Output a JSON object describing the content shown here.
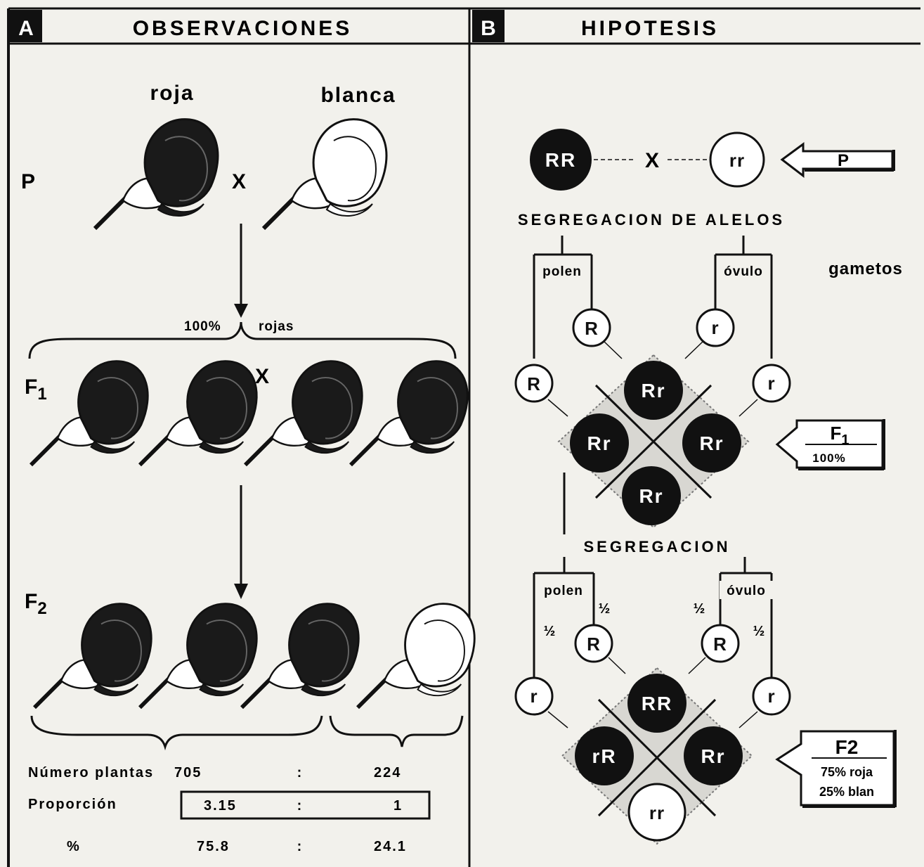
{
  "panel_a": {
    "letter": "A",
    "title": "OBSERVACIONES",
    "flower_red": "roja",
    "flower_white": "blanca",
    "gen_p": "P",
    "cross": "X",
    "pct_100": "100%",
    "rojas": "rojas",
    "gen_f1": "F",
    "gen_f1_sub": "1",
    "gen_f2": "F",
    "gen_f2_sub": "2",
    "row1_label": "Número plantas",
    "row1_left": "705",
    "row1_right": "224",
    "row2_label": "Proporción",
    "row2_left": "3.15",
    "row2_right": "1",
    "row3_label": "%",
    "row3_left": "75.8",
    "row3_right": "24.1",
    "colon": ":"
  },
  "panel_b": {
    "letter": "B",
    "title": "HIPOTESIS",
    "p_red": "RR",
    "p_white": "rr",
    "cross": "X",
    "arrow_p": "P",
    "segregacion_alelos": "SEGREGACION DE ALELOS",
    "gametos": "gametos",
    "polen": "polen",
    "ovulo": "óvulo",
    "gamete_R": "R",
    "gamete_r": "r",
    "f1_cell": "Rr",
    "arrow_f1": "F",
    "arrow_f1_sub": "1",
    "arrow_f1_pct": "100%",
    "segregacion": "SEGREGACION",
    "half": "½",
    "f2_RR": "RR",
    "f2_rR": "rR",
    "f2_Rr": "Rr",
    "f2_rr": "rr",
    "arrow_f2": "F2",
    "arrow_f2_red": "75% roja",
    "arrow_f2_white": "25% blan"
  }
}
